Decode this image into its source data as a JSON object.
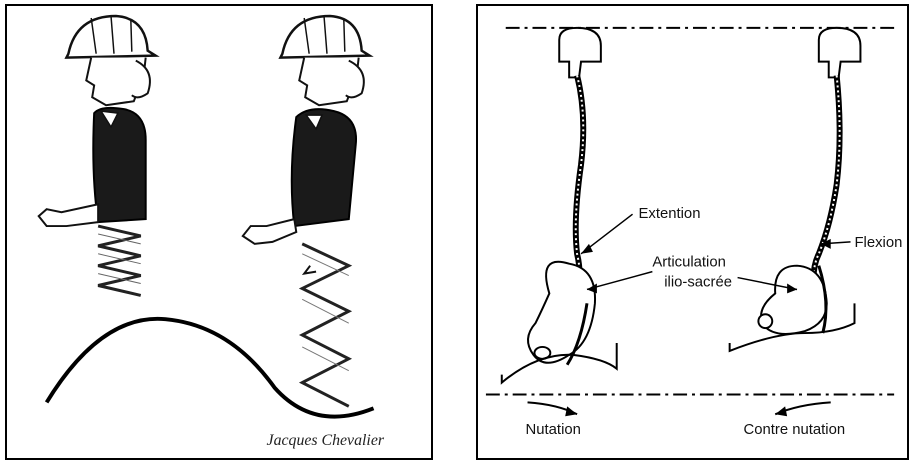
{
  "left_panel": {
    "signature": "Jacques Chevalier"
  },
  "right_panel": {
    "labels": {
      "extention": "Extention",
      "flexion": "Flexion",
      "articulation_line1": "Articulation",
      "articulation_line2": "ilio-sacrée",
      "nutation": "Nutation",
      "contre_nutation": "Contre nutation"
    }
  }
}
